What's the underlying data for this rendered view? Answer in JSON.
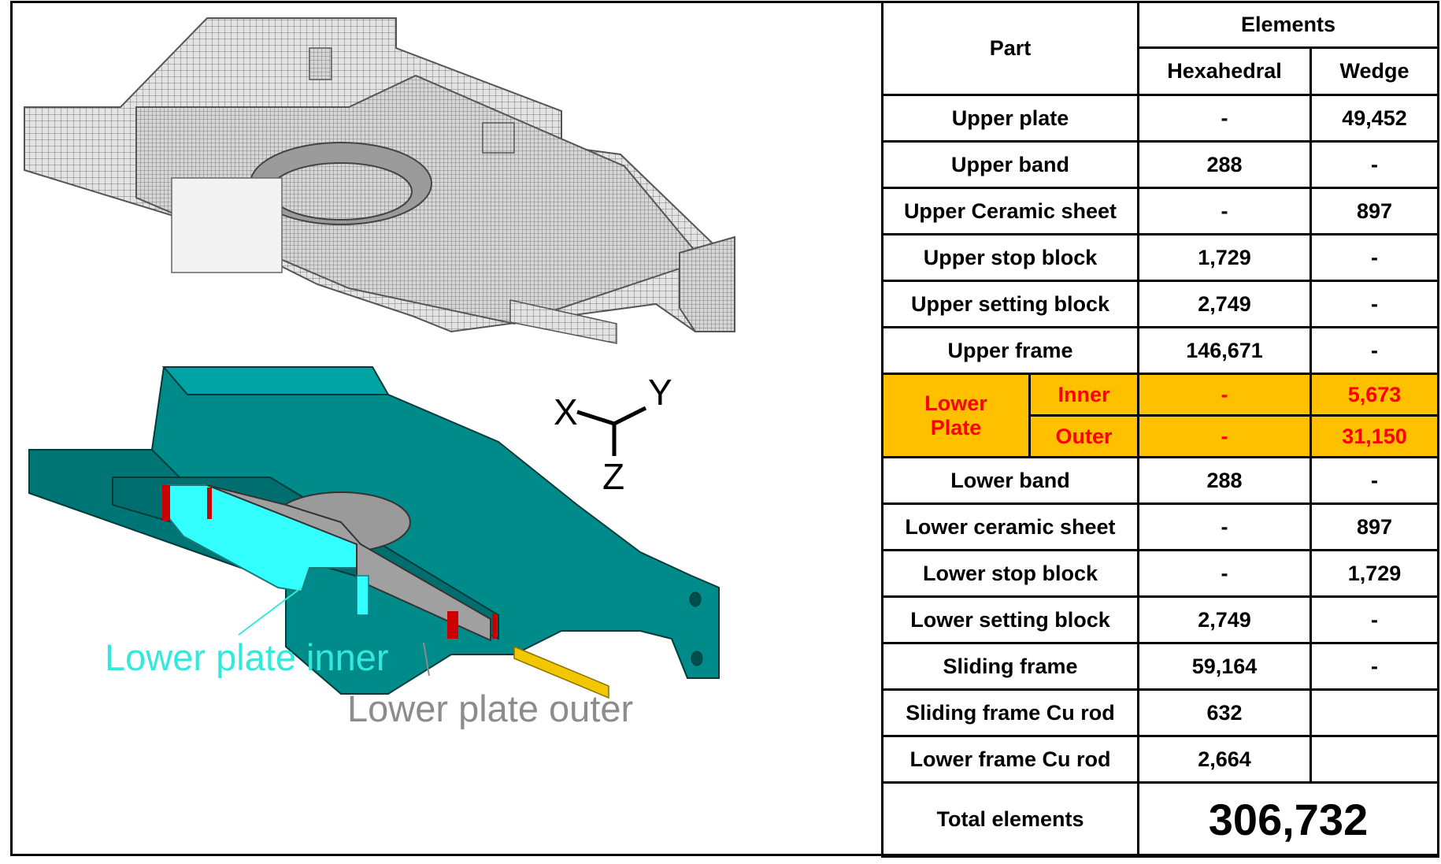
{
  "figure": {
    "labels": {
      "lower_plate_inner": "Lower plate inner",
      "lower_plate_outer": "Lower plate outer"
    },
    "axes": {
      "x": "X",
      "y": "Y",
      "z": "Z"
    },
    "colors": {
      "mesh": "#9a9a9a",
      "body": "#008b8b",
      "inner": "#33ffff",
      "outer": "#a0a0a0",
      "rod": "#f2c600",
      "red": "#cc0000"
    }
  },
  "table": {
    "header": {
      "part": "Part",
      "elements": "Elements",
      "hexahedral": "Hexahedral",
      "wedge": "Wedge"
    },
    "rows_top": [
      {
        "part": "Upper plate",
        "hex": "-",
        "wedge": "49,452"
      },
      {
        "part": "Upper band",
        "hex": "288",
        "wedge": "-"
      },
      {
        "part": "Upper Ceramic sheet",
        "hex": "-",
        "wedge": "897"
      },
      {
        "part": "Upper stop block",
        "hex": "1,729",
        "wedge": "-"
      },
      {
        "part": "Upper setting block",
        "hex": "2,749",
        "wedge": "-"
      },
      {
        "part": "Upper frame",
        "hex": "146,671",
        "wedge": "-"
      }
    ],
    "lower_plate": {
      "label": "Lower Plate",
      "rows": [
        {
          "sub": "Inner",
          "hex": "-",
          "wedge": "5,673"
        },
        {
          "sub": "Outer",
          "hex": "-",
          "wedge": "31,150"
        }
      ]
    },
    "rows_bottom": [
      {
        "part": "Lower band",
        "hex": "288",
        "wedge": "-"
      },
      {
        "part": "Lower ceramic sheet",
        "hex": "-",
        "wedge": "897"
      },
      {
        "part": "Lower stop block",
        "hex": "-",
        "wedge": "1,729"
      },
      {
        "part": "Lower setting block",
        "hex": "2,749",
        "wedge": "-"
      },
      {
        "part": "Sliding frame",
        "hex": "59,164",
        "wedge": "-"
      },
      {
        "part": "Sliding frame Cu rod",
        "hex": "632",
        "wedge": ""
      },
      {
        "part": "Lower frame Cu rod",
        "hex": "2,664",
        "wedge": ""
      }
    ],
    "total": {
      "label": "Total elements",
      "value": "306,732"
    },
    "highlight_color": "#ffc000",
    "highlight_text_color": "#ff0000"
  }
}
